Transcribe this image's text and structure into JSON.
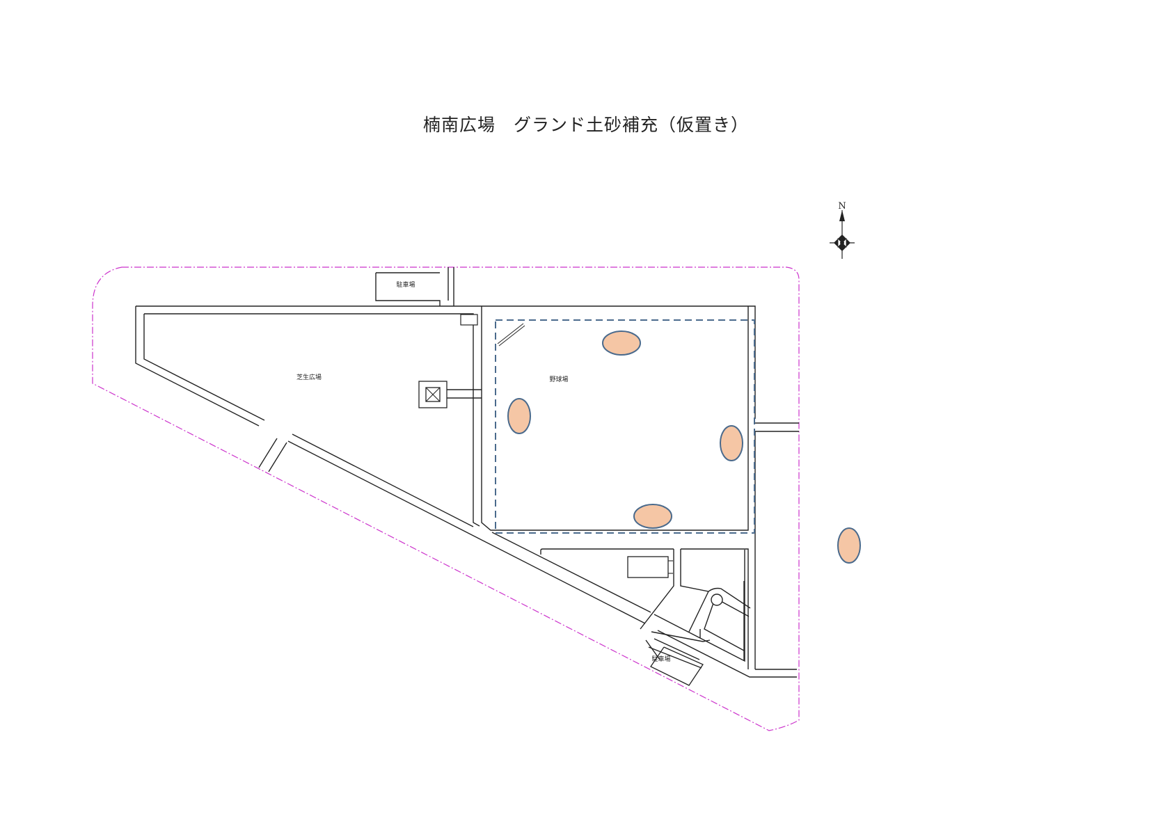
{
  "title": "楠南広場　グランド土砂補充（仮置き）",
  "labels": {
    "parking_north": "駐車場",
    "lawn_plaza": "芝生広場",
    "baseball_field": "野球場",
    "parking_south": "駐車場",
    "north": "N"
  },
  "colors": {
    "boundary": "#cc33cc",
    "paths": "#222222",
    "work_area": "#4a6a8c",
    "sand_pile_fill": "#f5c6a5",
    "sand_pile_stroke": "#4a6a8c"
  },
  "sand_pile_count": 5
}
